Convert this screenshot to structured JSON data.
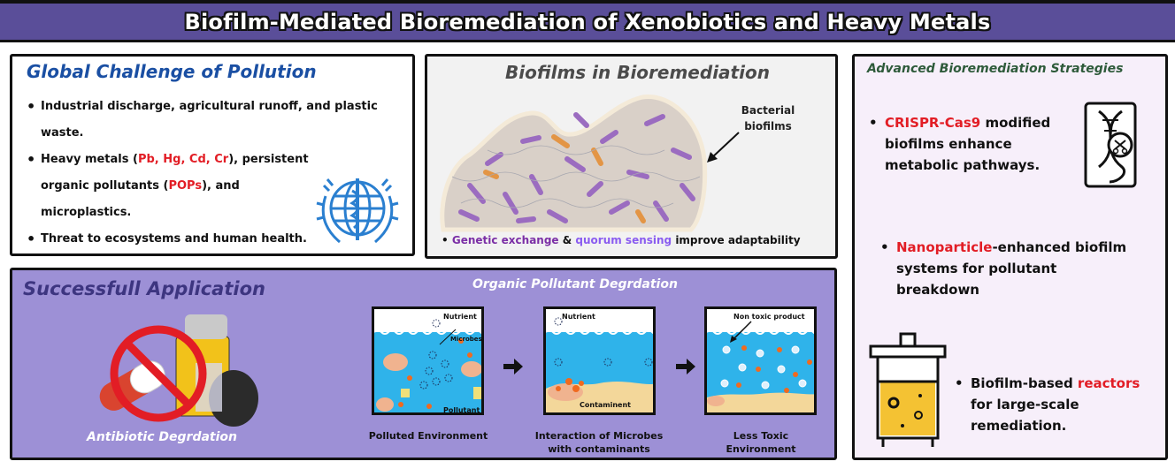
{
  "title": "Biofilm-Mediated Bioremediation of Xenobiotics and Heavy Metals",
  "global": {
    "heading": "Global Challenge of Pollution",
    "b1": "Industrial discharge, agricultural runoff, and plastic waste.",
    "b2_pre": "Heavy metals (",
    "b2_metals": "Pb, Hg, Cd, Cr",
    "b2_mid": "), persistent organic pollutants (",
    "b2_pops": "POPs",
    "b2_post": "), and microplastics.",
    "b3": "Threat to ecosystems and human health."
  },
  "biofilms": {
    "heading": "Biofilms in Bioremediation",
    "label_line1": "Bacterial",
    "label_line2": "biofilms",
    "genetic": "Genetic exchange",
    "amp": " & ",
    "quorum": "quorum sensing",
    "improve": " improve adaptability"
  },
  "advanced": {
    "heading": "Advanced Bioremediation Strategies",
    "s1_red": "CRISPR-Cas9",
    "s1_rest1": " modified",
    "s1_line2": "biofilms enhance",
    "s1_line3": "metabolic pathways.",
    "s2_red": "Nanoparticle",
    "s2_rest1": "-enhanced biofilm",
    "s2_line2": "systems for pollutant",
    "s2_line3": "breakdown",
    "s3_pre": "Biofilm-based ",
    "s3_red": "reactors",
    "s3_line2": "for large-scale",
    "s3_line3": "remediation."
  },
  "application": {
    "heading": "Successfull Application",
    "antibiotic_caption": "Antibiotic Degrdation",
    "organic_title": "Organic Pollutant Degrdation",
    "tank1_nutrient": "Nutrient",
    "tank1_microbes": "Microbes",
    "tank1_pollutant": "Pollutant",
    "tank2_nutrient": "Nutrient",
    "tank2_contaminent": "Contaminent",
    "tank3_product": "Non toxic product",
    "cap1": "Polluted Environment",
    "cap2_l1": "Interaction of Microbes",
    "cap2_l2": "with contaminants",
    "cap3_l1": "Less Toxic",
    "cap3_l2": "Environment"
  },
  "colors": {
    "title_bg": "#5a4e99",
    "heading_blue": "#1a4fa3",
    "highlight_red": "#e21d25",
    "panel_purple": "#9d90d6",
    "panel_lavender": "#f7effa",
    "water": "#2fb3ea"
  },
  "icons": [
    "who-emblem-icon",
    "bacteria-biofilm-illustration",
    "dna-scissors-icon",
    "bioreactor-icon",
    "no-antibiotics-icon",
    "arrow-right-icon"
  ]
}
